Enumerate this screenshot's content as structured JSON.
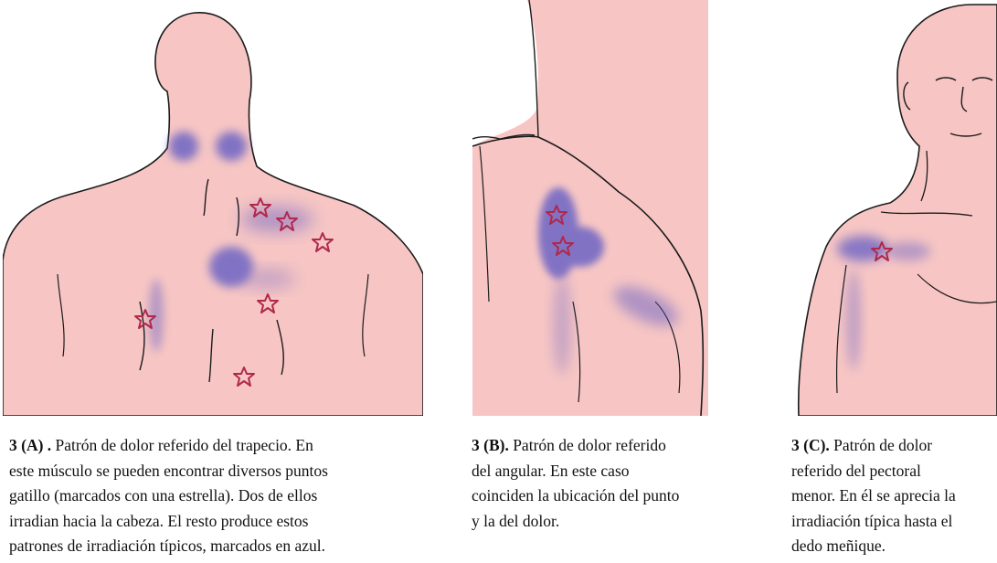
{
  "colors": {
    "skin": "#f7c6c4",
    "outline": "#1b1b1b",
    "pain_pattern": "#5a56c4",
    "trigger_star": "#b0284a",
    "text": "#111111"
  },
  "figures": [
    {
      "id": "A",
      "view": "posterior neck and upper back",
      "icons": [
        "trigger-point-star-icon",
        "referred-pain-area"
      ]
    },
    {
      "id": "B",
      "view": "posterior left shoulder",
      "icons": [
        "trigger-point-star-icon",
        "referred-pain-area"
      ]
    },
    {
      "id": "C",
      "view": "anterior right shoulder and face",
      "icons": [
        "trigger-point-star-icon",
        "referred-pain-area"
      ]
    }
  ],
  "captions": [
    {
      "lead": "3 (A) .",
      "lines": [
        " Patrón de dolor referido del trapecio. En",
        "este músculo se pueden encontrar diversos puntos",
        "gatillo (marcados con una estrella). Dos de ellos",
        "irradian hacia la cabeza. El resto produce estos",
        "patrones de irradiación típicos, marcados en azul."
      ]
    },
    {
      "lead": "3 (B).",
      "lines": [
        " Patrón de dolor referido",
        "del angular. En este caso",
        "coinciden la ubicación del punto",
        "y la del dolor."
      ]
    },
    {
      "lead": "3 (C).",
      "lines": [
        " Patrón de dolor",
        "referido del pectoral",
        "menor. En él se aprecia la",
        "irradiación típica hasta el",
        "dedo meñique."
      ]
    }
  ]
}
